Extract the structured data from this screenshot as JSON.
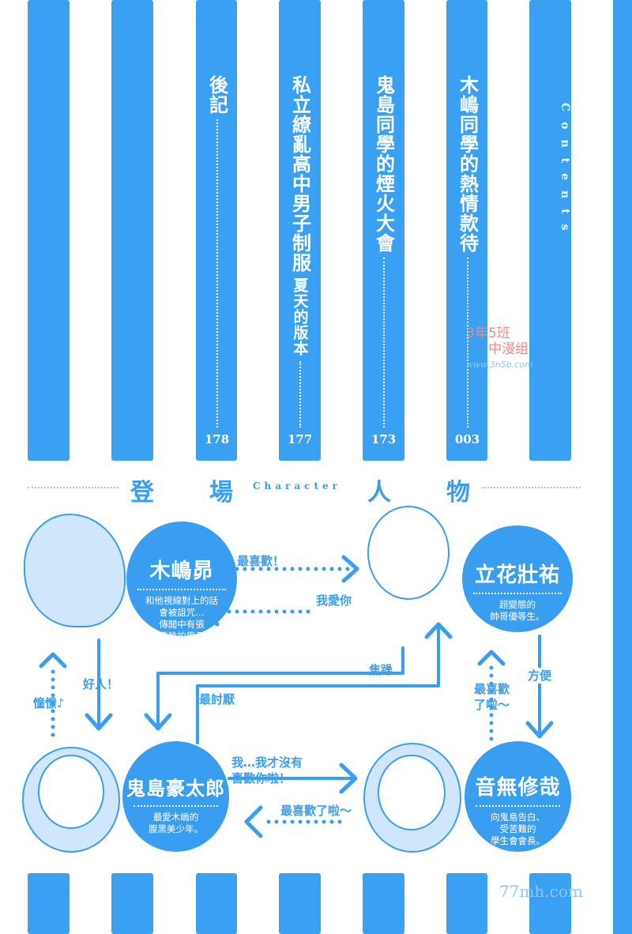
{
  "contents": {
    "heading": "Contents",
    "entries": [
      {
        "title": "木嶋同學的熱情款待",
        "subtitle": "",
        "page": "003"
      },
      {
        "title": "鬼島同學的煙火大會",
        "subtitle": "",
        "page": "173"
      },
      {
        "title": "私立繚亂高中男子制服",
        "subtitle": "夏天的版本",
        "page": "177"
      },
      {
        "title": "後記",
        "subtitle": "",
        "page": "178"
      }
    ]
  },
  "characters_header": {
    "c1": "登",
    "c2": "場",
    "en": "Character",
    "c3": "人",
    "c4": "物"
  },
  "characters": [
    {
      "name": "木嶋昴",
      "desc": [
        "和他視線對上的話",
        "會被詛咒…",
        "傳聞中有張",
        "兇惡臉的男子。"
      ]
    },
    {
      "name": "立花壯祐",
      "desc": [
        "超變態的",
        "帥哥優等生。"
      ]
    },
    {
      "name": "鬼島豪太郎",
      "desc": [
        "最愛木嶋的",
        "腹黑美少年。"
      ]
    },
    {
      "name": "音無修哉",
      "desc": [
        "向鬼島告白、",
        "受苦難的",
        "學生會會長。"
      ]
    }
  ],
  "relations": {
    "kijima_to_tachibana": "最喜歡！",
    "tachibana_to_kijima": "我愛你",
    "onijima_to_kijima": "憧憬♪",
    "kijima_to_onijima": "好人！",
    "tachibana_to_onijima": "焦躁",
    "onijima_to_tachibana": "最討厭",
    "otonashi_to_tachibana": "最喜歡了啦～",
    "tachibana_to_otonashi": "方便",
    "onijima_to_otonashi": "我…我才沒有喜歡你啦！",
    "otonashi_to_onijima": "最喜歡了啦～"
  },
  "watermarks": {
    "group_line1": "3年5班",
    "group_line2": "中漫组",
    "group_url": "www.3n5b.com",
    "site": "77mh.com"
  },
  "colors": {
    "accent": "#3a9ef0",
    "watermark": "#f08a8a"
  }
}
